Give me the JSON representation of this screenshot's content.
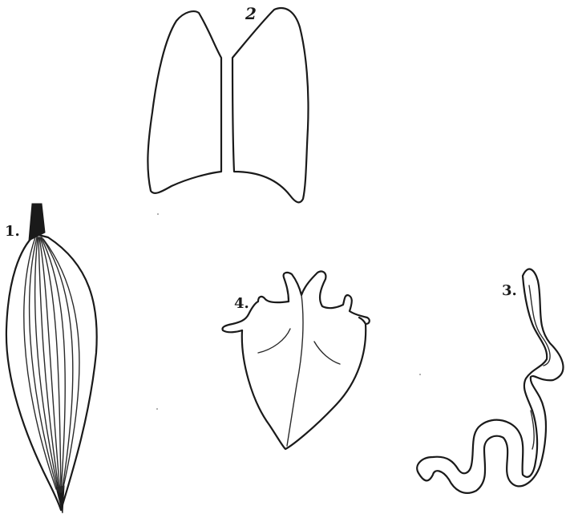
{
  "labels": {
    "muscle": "1.",
    "lungs": "2",
    "intestine": "3.",
    "heart": "4."
  }
}
